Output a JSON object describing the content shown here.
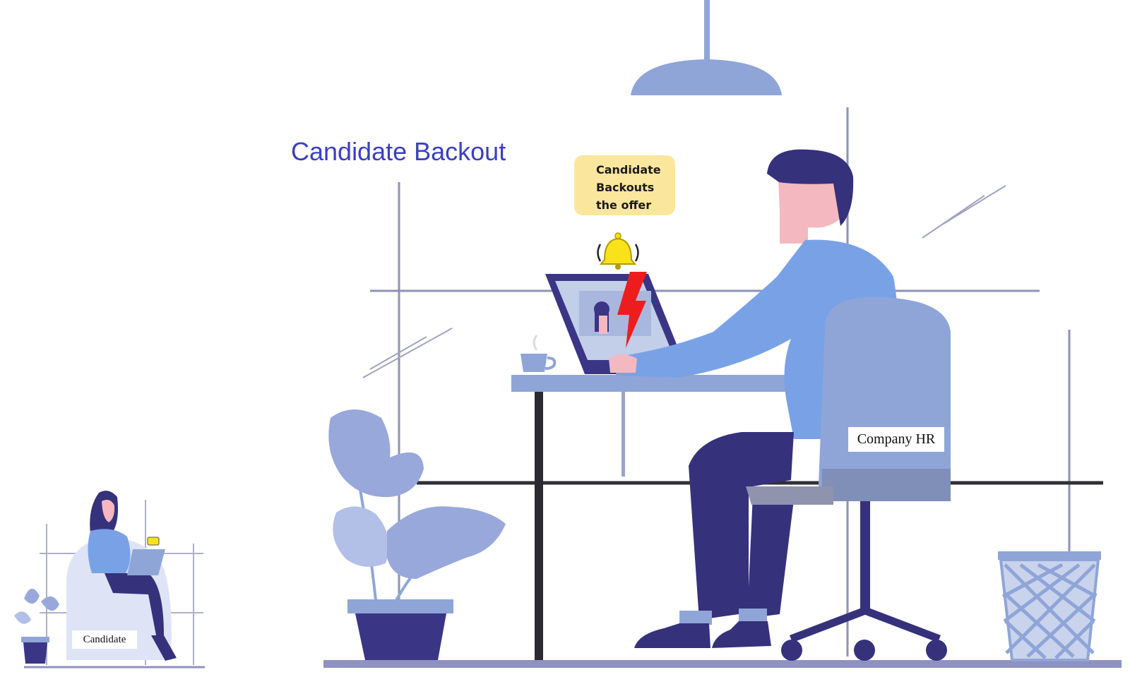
{
  "title": "Candidate Backout",
  "notification": {
    "lines": [
      "Candidate",
      "Backouts",
      "the offer"
    ],
    "icon": "ringing-bell-icon"
  },
  "alert_icon": "lightning-bolt-icon",
  "labels": {
    "company_hr": "Company HR",
    "candidate": "Candidate"
  },
  "colors": {
    "title": "#3a3fc2",
    "bubble": "#fbe69e",
    "bell": "#f9e21c",
    "bolt": "#ee1d1d",
    "navy": "#36317b",
    "blue": "#79a2e6",
    "lavender": "#8fa5d8",
    "skin": "#f4b8c0"
  }
}
